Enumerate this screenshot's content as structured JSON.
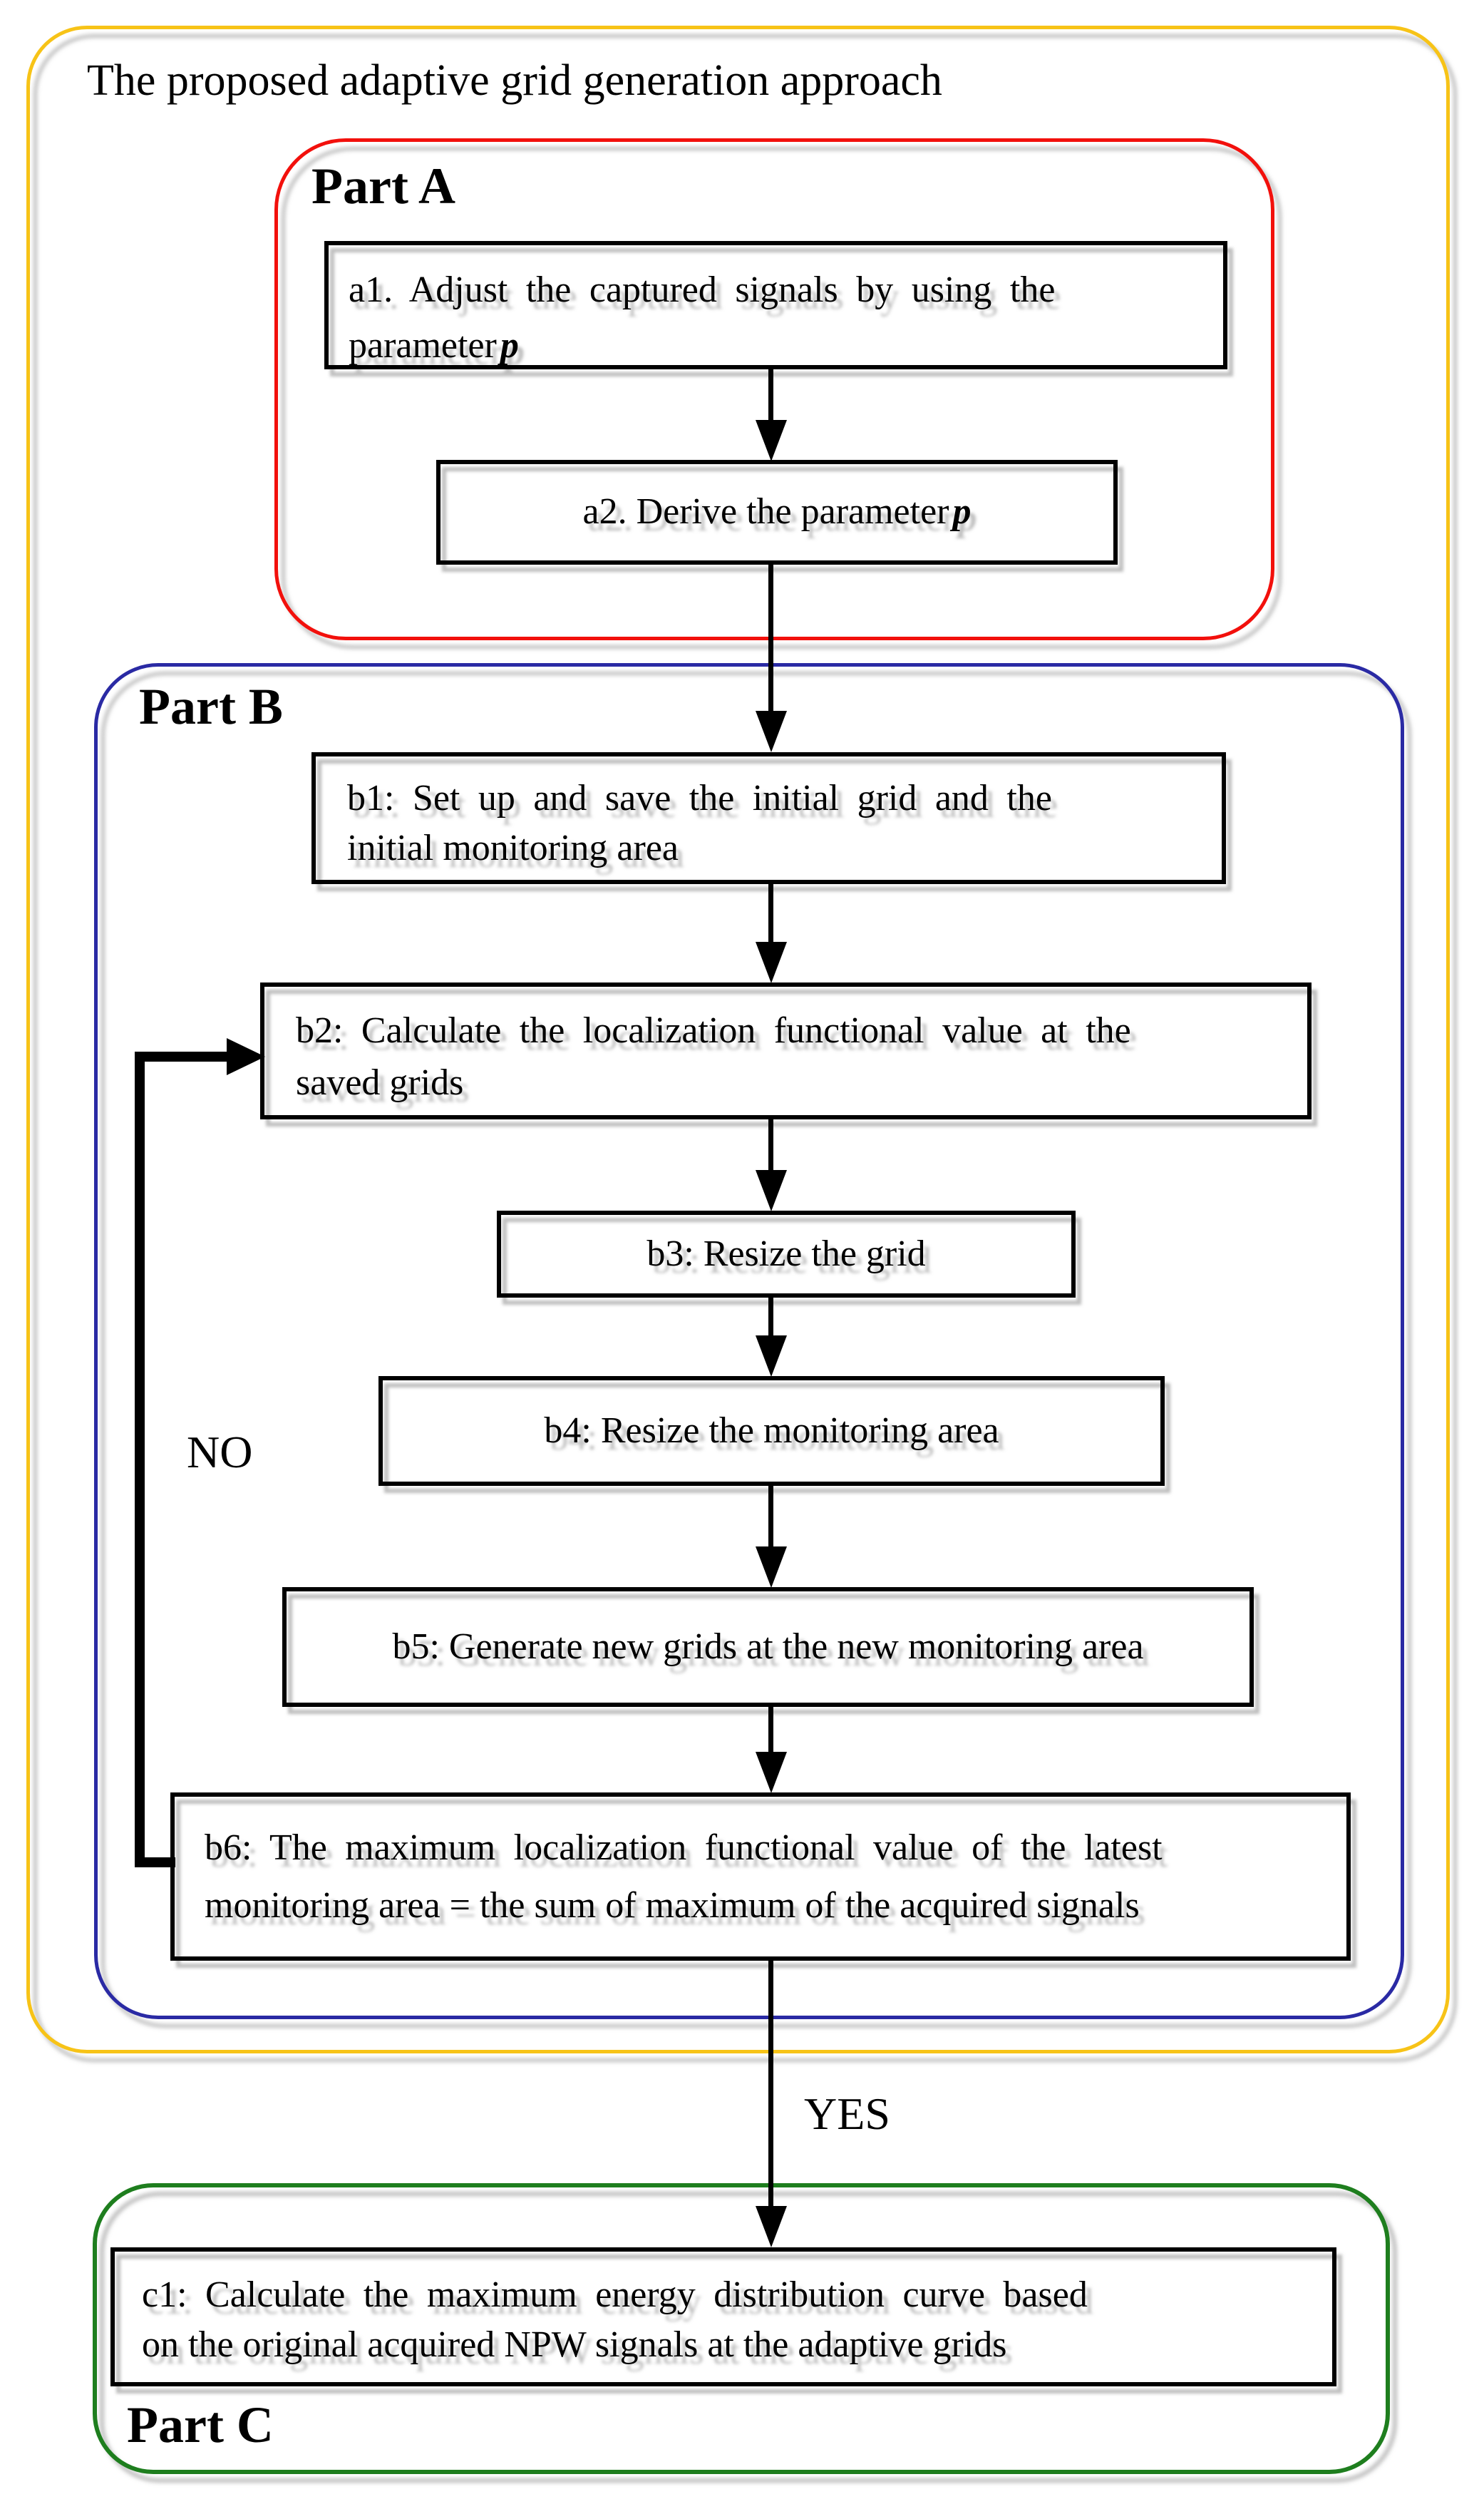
{
  "title": "The proposed adaptive grid generation approach",
  "branch_labels": {
    "no": "NO",
    "yes": "YES"
  },
  "part_a": {
    "label": "Part A",
    "a1": {
      "line1": "a1. Adjust the captured signals by using the",
      "line2_text": "parameter",
      "line2_param": "p"
    },
    "a2": {
      "text": "a2. Derive the parameter",
      "param": "p"
    }
  },
  "part_b": {
    "label": "Part B",
    "b1": {
      "line1": "b1: Set up and save the initial grid and the",
      "line2": "initial monitoring area"
    },
    "b2": {
      "line1": "b2: Calculate the localization functional value at the",
      "line2": "saved grids"
    },
    "b3": {
      "text": "b3: Resize the grid"
    },
    "b4": {
      "text": "b4: Resize the monitoring area"
    },
    "b5": {
      "text": "b5: Generate new grids at the new monitoring area"
    },
    "b6": {
      "line1": "b6: The maximum localization functional value of the latest",
      "line2": "monitoring area = the sum of maximum of the acquired signals"
    }
  },
  "part_c": {
    "label": "Part C",
    "c1": {
      "line1": "c1: Calculate the maximum energy distribution curve based",
      "line2": "on the original acquired NPW signals at the adaptive grids"
    }
  },
  "colors": {
    "outer_border": "#F7C317",
    "part_a_border": "#F2100C",
    "part_b_border": "#2A2AA4",
    "part_c_border": "#1E7E1E",
    "box_border": "#000000",
    "arrow": "#000000",
    "shadow": "rgba(125,125,125,0.5)"
  }
}
